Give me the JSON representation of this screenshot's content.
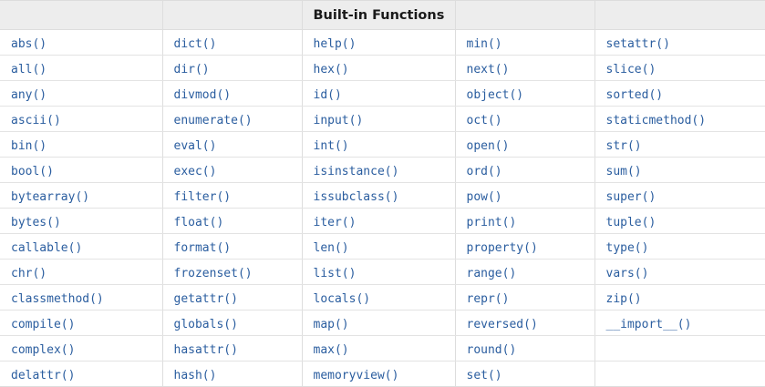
{
  "table": {
    "caption": "Built-in Functions",
    "header_title_column_index": 2,
    "colors": {
      "link": "#2a5d9f",
      "header_background": "#ededed",
      "header_text": "#1a1a1a",
      "border": "#dddddd",
      "row_border": "#e3e3e3",
      "cell_background": "#ffffff"
    },
    "headers": [
      "",
      "",
      "Built-in Functions",
      "",
      ""
    ],
    "rows": [
      [
        "abs()",
        "dict()",
        "help()",
        "min()",
        "setattr()"
      ],
      [
        "all()",
        "dir()",
        "hex()",
        "next()",
        "slice()"
      ],
      [
        "any()",
        "divmod()",
        "id()",
        "object()",
        "sorted()"
      ],
      [
        "ascii()",
        "enumerate()",
        "input()",
        "oct()",
        "staticmethod()"
      ],
      [
        "bin()",
        "eval()",
        "int()",
        "open()",
        "str()"
      ],
      [
        "bool()",
        "exec()",
        "isinstance()",
        "ord()",
        "sum()"
      ],
      [
        "bytearray()",
        "filter()",
        "issubclass()",
        "pow()",
        "super()"
      ],
      [
        "bytes()",
        "float()",
        "iter()",
        "print()",
        "tuple()"
      ],
      [
        "callable()",
        "format()",
        "len()",
        "property()",
        "type()"
      ],
      [
        "chr()",
        "frozenset()",
        "list()",
        "range()",
        "vars()"
      ],
      [
        "classmethod()",
        "getattr()",
        "locals()",
        "repr()",
        "zip()"
      ],
      [
        "compile()",
        "globals()",
        "map()",
        "reversed()",
        "__import__()"
      ],
      [
        "complex()",
        "hasattr()",
        "max()",
        "round()",
        ""
      ],
      [
        "delattr()",
        "hash()",
        "memoryview()",
        "set()",
        ""
      ]
    ]
  }
}
